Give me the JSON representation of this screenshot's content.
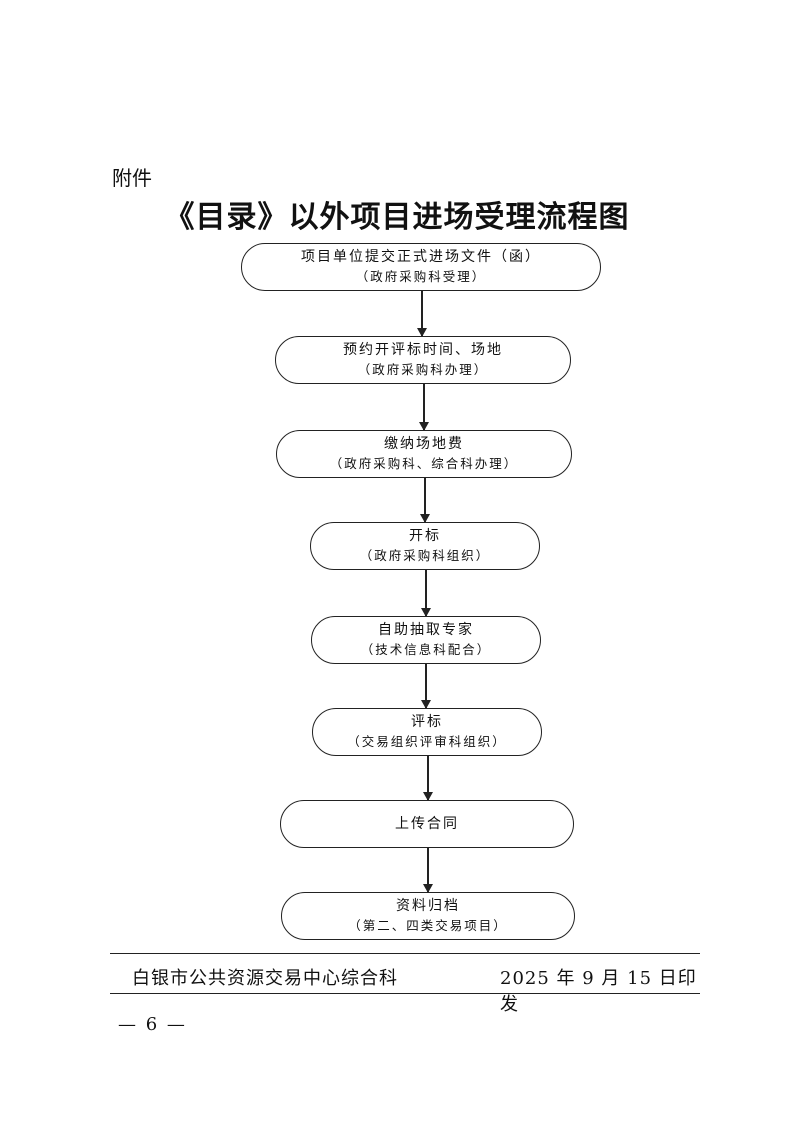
{
  "header": {
    "attachment": "附件",
    "title": "《目录》以外项目进场受理流程图"
  },
  "flow": {
    "steps": [
      {
        "label": "项目单位提交正式进场文件（函）",
        "note": "（政府采购科受理）"
      },
      {
        "label": "预约开评标时间、场地",
        "note": "（政府采购科办理）"
      },
      {
        "label": "缴纳场地费",
        "note": "（政府采购科、综合科办理）"
      },
      {
        "label": "开标",
        "note": "（政府采购科组织）"
      },
      {
        "label": "自助抽取专家",
        "note": "（技术信息科配合）"
      },
      {
        "label": "评标",
        "note": "（交易组织评审科组织）"
      },
      {
        "label": "上传合同",
        "note": ""
      },
      {
        "label": "资料归档",
        "note": "（第二、四类交易项目）"
      }
    ]
  },
  "footer": {
    "issuer": "白银市公共资源交易中心综合科",
    "date": "2025 年 9 月 15 日印发"
  },
  "page": {
    "number": "— 6 —"
  }
}
